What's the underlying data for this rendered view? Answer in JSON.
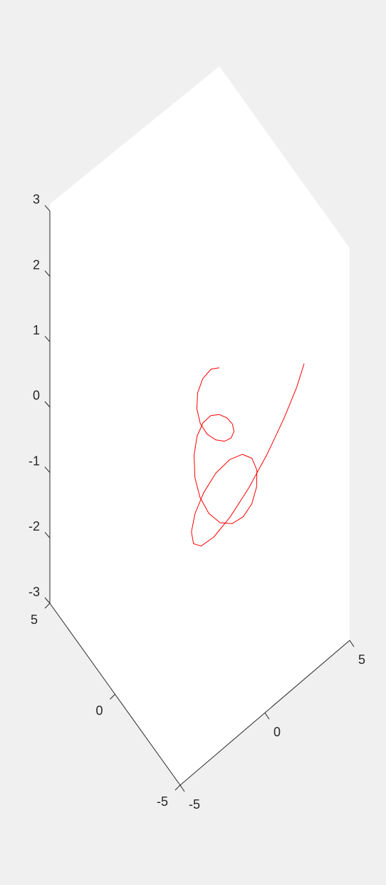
{
  "figure": {
    "background": "#f0f0f0",
    "axes_background": "#ffffff",
    "axis_color": "#262626"
  },
  "chart_data": {
    "type": "line",
    "projection": "3d",
    "title": "",
    "xlabel": "",
    "ylabel": "",
    "zlabel": "",
    "xlim": [
      -5,
      5
    ],
    "ylim": [
      -5,
      5
    ],
    "zlim": [
      -3,
      3
    ],
    "x_ticks": [
      -5,
      0,
      5
    ],
    "x_tick_labels": [
      "-5",
      "0",
      "5"
    ],
    "y_ticks": [
      -5,
      0,
      5
    ],
    "y_tick_labels": [
      "-5",
      "0",
      "5"
    ],
    "z_ticks": [
      -3,
      -2,
      -1,
      0,
      1,
      2,
      3
    ],
    "z_tick_labels": [
      "-3",
      "-2",
      "-1",
      "0",
      "1",
      "2",
      "3"
    ],
    "grid": false,
    "series": [
      {
        "color": "#ff0000",
        "x": [
          1.0,
          0.48,
          -0.06,
          -0.42,
          -0.52,
          -0.37,
          -0.02,
          0.44,
          0.9,
          1.22,
          1.33,
          1.17,
          0.79,
          0.27,
          -0.29,
          -0.82,
          -1.24,
          -1.48,
          -1.5,
          -1.27,
          -0.82,
          -0.22,
          0.42,
          1.0,
          1.43,
          1.64,
          1.58,
          1.21,
          0.57,
          -0.26,
          -1.15,
          -1.95,
          -2.54,
          -2.83,
          -2.79,
          -2.42,
          -1.75,
          -0.86,
          0.15,
          1.16,
          2.05,
          2.72,
          3.08
        ],
        "y": [
          -0.2,
          -0.25,
          -0.31,
          -0.38,
          -0.45,
          -0.52,
          -0.59,
          -0.66,
          -0.74,
          -0.82,
          -0.9,
          -0.98,
          -1.06,
          -1.14,
          -1.22,
          -1.31,
          -1.4,
          -1.49,
          -1.58,
          -1.67,
          -1.76,
          -1.85,
          -1.94,
          -2.03,
          -2.13,
          -2.23,
          -2.33,
          -2.43,
          -2.53,
          -2.63,
          -2.73,
          -2.84,
          -2.94,
          -3.04,
          -3.15,
          -3.25,
          -3.36,
          -3.46,
          -3.57,
          -3.68,
          -3.79,
          -3.9,
          -4.0
        ],
        "z": [
          0.72,
          0.83,
          0.82,
          0.7,
          0.5,
          0.26,
          0.04,
          -0.13,
          -0.23,
          -0.23,
          -0.13,
          0.04,
          0.24,
          0.43,
          0.56,
          0.59,
          0.5,
          0.29,
          -0.02,
          -0.35,
          -0.67,
          -0.92,
          -1.05,
          -1.05,
          -0.92,
          -0.68,
          -0.38,
          -0.09,
          0.14,
          0.27,
          0.29,
          0.2,
          0.04,
          -0.15,
          -0.31,
          -0.4,
          -0.38,
          -0.24,
          0.01,
          0.34,
          0.71,
          1.07,
          1.38
        ]
      }
    ]
  }
}
